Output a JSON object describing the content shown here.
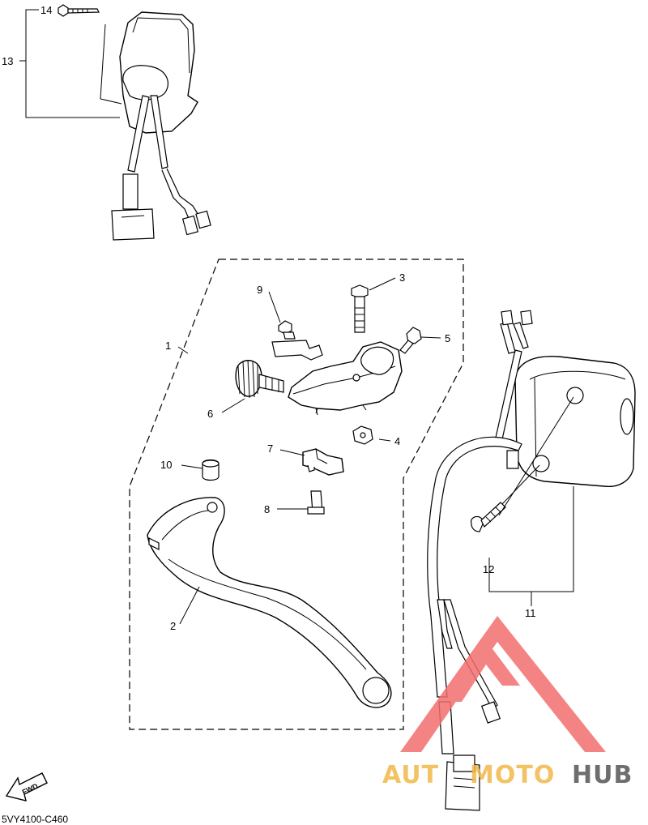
{
  "diagram": {
    "callouts": [
      {
        "id": "1",
        "label": "1"
      },
      {
        "id": "2",
        "label": "2"
      },
      {
        "id": "3",
        "label": "3"
      },
      {
        "id": "4",
        "label": "4"
      },
      {
        "id": "5",
        "label": "5"
      },
      {
        "id": "6",
        "label": "6"
      },
      {
        "id": "7",
        "label": "7"
      },
      {
        "id": "8",
        "label": "8"
      },
      {
        "id": "9",
        "label": "9"
      },
      {
        "id": "10",
        "label": "10"
      },
      {
        "id": "11",
        "label": "11"
      },
      {
        "id": "12",
        "label": "12"
      },
      {
        "id": "13",
        "label": "13"
      },
      {
        "id": "14",
        "label": "14"
      }
    ],
    "fwd_label": "FWD",
    "diagram_code": "5VY4100-C460"
  },
  "watermark": {
    "text_a": "AUT",
    "text_b": "MOTO",
    "text_c": "HUB",
    "color_primary": "#f36f6f",
    "color_secondary": "#f2b84a",
    "color_dark": "#555555"
  }
}
